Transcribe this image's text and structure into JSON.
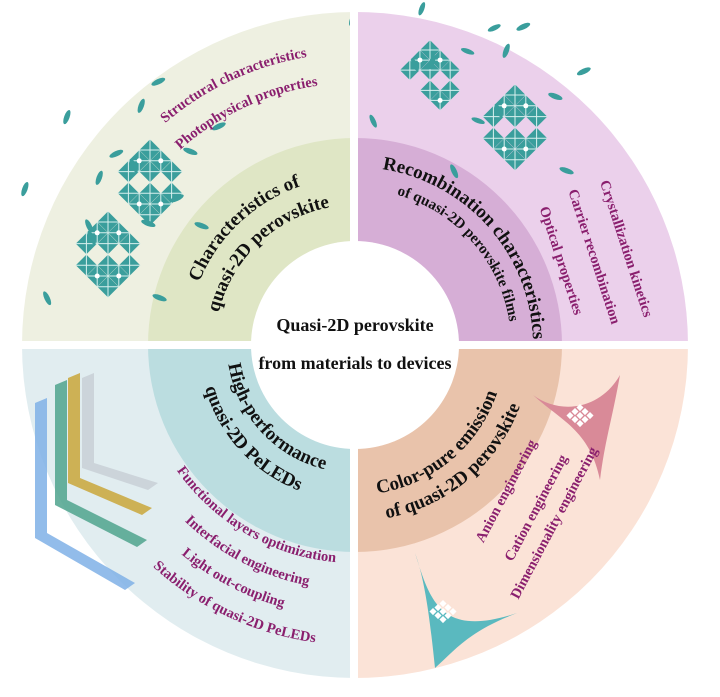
{
  "center": {
    "line1": "Quasi-2D perovskite",
    "line2": "from materials to devices"
  },
  "quadrants": {
    "top_left": {
      "title": [
        "Characteristics of",
        "quasi-2D perovskite"
      ],
      "items": [
        "Structural characteristics",
        "Photophysical properties"
      ],
      "outer_color": "#eef0e1",
      "inner_color": "#dfe6c5"
    },
    "top_right": {
      "title": [
        "Recombination characteristics",
        "of quasi-2D perovskite films"
      ],
      "items": [
        "Crystallization kinetics",
        "Carrier recombination",
        "Optical properties"
      ],
      "outer_color": "#ebd0eb",
      "inner_color": "#d6aed6"
    },
    "bottom_right": {
      "title": [
        "Color-pure emission",
        "of quasi-2D perovskite"
      ],
      "items": [
        "Anion engineering",
        "Cation engineering",
        "Dimensionality engineering"
      ],
      "outer_color": "#fbe3d7",
      "inner_color": "#e9c3ab"
    },
    "bottom_left": {
      "title": [
        "High-performance",
        "quasi-2D PeLEDs"
      ],
      "items": [
        "Functional layers optimization",
        "Interfacial engineering",
        "Light out-coupling",
        "Stability of quasi-2D PeLEDs"
      ],
      "outer_color": "#e1edf0",
      "inner_color": "#bbdde0"
    }
  },
  "colors": {
    "item_text": "#8a1f6e",
    "lattice": "#3a9e9c",
    "peak_red": "#d98a98",
    "peak_teal": "#5ab9bf"
  }
}
